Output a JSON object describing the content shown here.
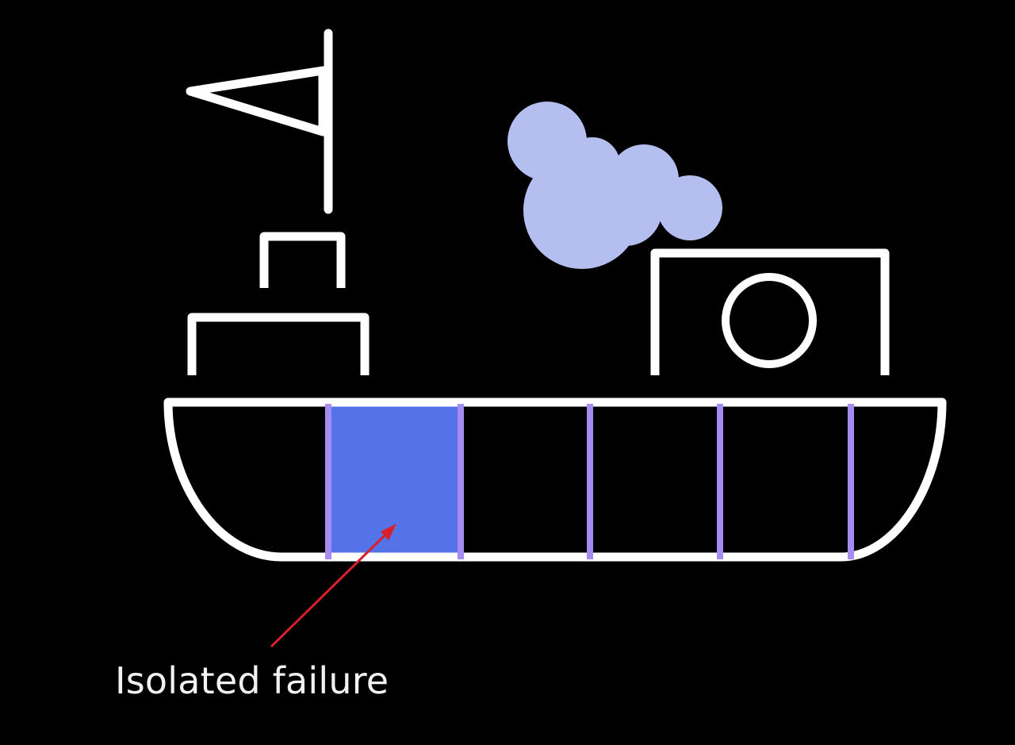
{
  "diagram": {
    "caption": "Isolated failure",
    "compartments": [
      {
        "state": "intact"
      },
      {
        "state": "failed"
      },
      {
        "state": "intact"
      },
      {
        "state": "intact"
      },
      {
        "state": "intact"
      },
      {
        "state": "intact"
      }
    ],
    "colors": {
      "background": "#000000",
      "outline": "#ffffff",
      "bulkhead": "#a58cf0",
      "failed_fill": "#5573e8",
      "smoke": "#b4bff0",
      "arrow": "#d9202a",
      "caption_text": "#f2f2f2"
    },
    "icons": [
      "ship-icon",
      "flag-icon",
      "smoke-cloud-icon",
      "porthole-icon"
    ]
  }
}
